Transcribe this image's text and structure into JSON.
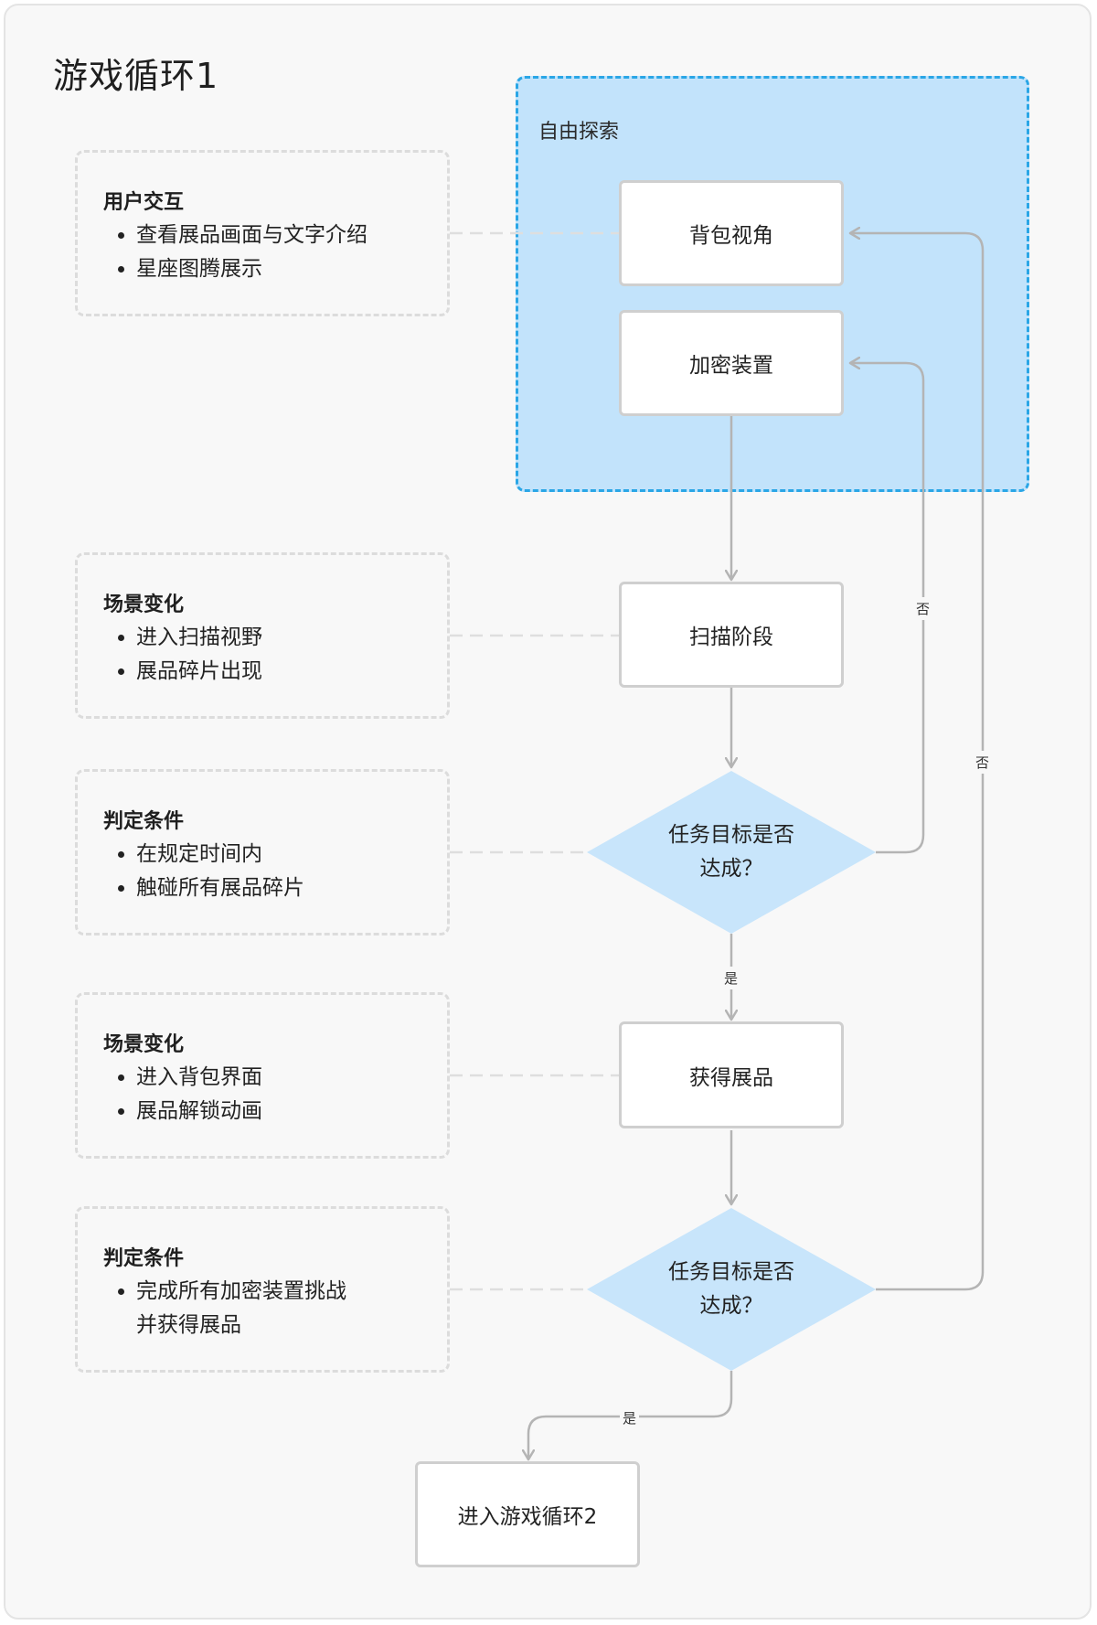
{
  "title": "游戏循环1",
  "explore_group": {
    "label": "自由探索"
  },
  "nodes": {
    "backpack_view": "背包视角",
    "encryption_device": "加密装置",
    "scan_stage": "扫描阶段",
    "decision1": {
      "line1": "任务目标是否",
      "line2": "达成？"
    },
    "get_exhibit": "获得展品",
    "decision2": {
      "line1": "任务目标是否",
      "line2": "达成？"
    },
    "next_loop": "进入游戏循环2"
  },
  "edge_labels": {
    "no1": "否",
    "no2": "否",
    "yes1": "是",
    "yes2": "是"
  },
  "notes": [
    {
      "title": "用户交互",
      "items": [
        "查看展品画面与文字介绍",
        "星座图腾展示"
      ]
    },
    {
      "title": "场景变化",
      "items": [
        "进入扫描视野",
        "展品碎片出现"
      ]
    },
    {
      "title": "判定条件",
      "items": [
        "在规定时间内",
        "触碰所有展品碎片"
      ]
    },
    {
      "title": "场景变化",
      "items": [
        "进入背包界面",
        "展品解锁动画"
      ]
    },
    {
      "title": "判定条件",
      "items": [
        "完成所有加密装置挑战",
        "并获得展品"
      ]
    }
  ],
  "colors": {
    "group_fill": "#c2e3fb",
    "group_border": "#2aa6e6",
    "diamond_fill": "#c8e5fb",
    "connector": "#b4b4b4"
  }
}
